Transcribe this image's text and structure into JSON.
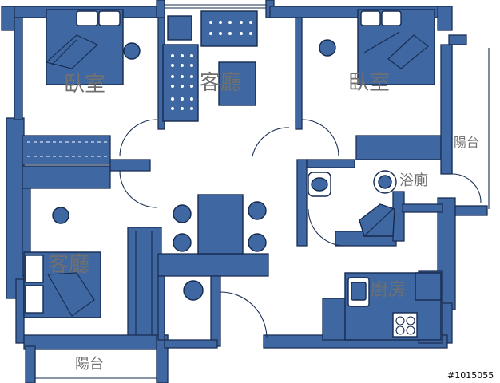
{
  "rooms": {
    "bedroom_left": "臥室",
    "living_room": "客廳",
    "bedroom_right": "臥室",
    "guest_room": "客廳",
    "bathroom": "浴廁",
    "kitchen": "廚房",
    "balcony_right": "陽台",
    "balcony_bottom": "陽台"
  },
  "listing_id": "#1015055",
  "colors": {
    "wall": "#3f67a1",
    "outline": "#1b2f55",
    "label": "#707070",
    "background": "#ffffff"
  },
  "icons": [
    "bed-icon",
    "sofa-icon",
    "table-icon",
    "stool-icon",
    "toilet-icon",
    "sink-icon",
    "stove-icon",
    "shower-icon"
  ]
}
